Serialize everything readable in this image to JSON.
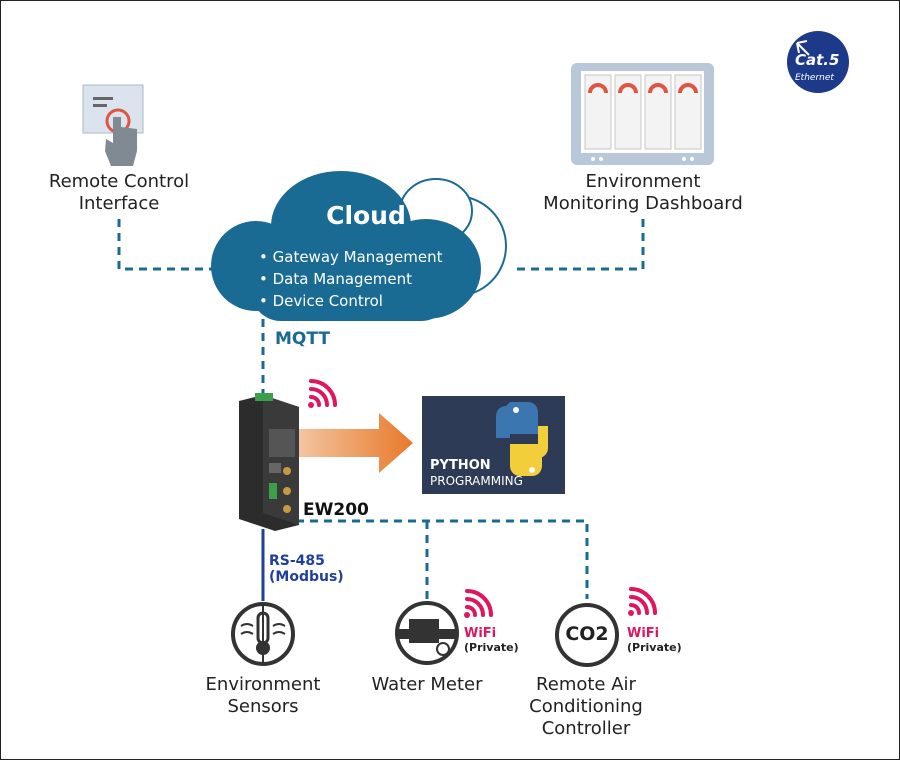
{
  "cloud": {
    "title": "Cloud",
    "items": [
      "Gateway Management",
      "Data Management",
      "Device Control"
    ]
  },
  "nodes": {
    "remote_control": {
      "line1": "Remote Control",
      "line2": "Interface"
    },
    "dashboard": {
      "line1": "Environment",
      "line2": "Monitoring Dashboard"
    },
    "env_sensors": {
      "line1": "Environment",
      "line2": "Sensors"
    },
    "water_meter": {
      "line1": "Water Meter"
    },
    "air_controller": {
      "line1": "Remote Air",
      "line2": "Conditioning",
      "line3": "Controller"
    }
  },
  "protocol": {
    "mqtt": "MQTT",
    "rs485_line1": "RS-485",
    "rs485_line2": "(Modbus)"
  },
  "gateway": {
    "name": "EW200"
  },
  "python": {
    "line1": "PYTHON",
    "line2": "PROGRAMMING"
  },
  "wifi": {
    "label": "WiFi",
    "sub": "(Private)"
  },
  "badge": {
    "line1": "Cat.5",
    "line2": "Ethernet"
  },
  "co2": {
    "text": "CO2"
  },
  "colors": {
    "cloud": "#1a6b94",
    "dashed_line": "#1a6b94",
    "rs485_line": "#1f3f9a",
    "wifi": "#e0155f",
    "arrow": "#e8792a",
    "python_bg": "#2e3b56",
    "badge": "#1d3a8a"
  },
  "icons": [
    "touch-screen-icon",
    "dashboard-tablet-icon",
    "wifi-signal-icon",
    "python-logo-icon",
    "gateway-device-icon",
    "thermometer-sensor-icon",
    "water-meter-icon",
    "co2-icon"
  ]
}
